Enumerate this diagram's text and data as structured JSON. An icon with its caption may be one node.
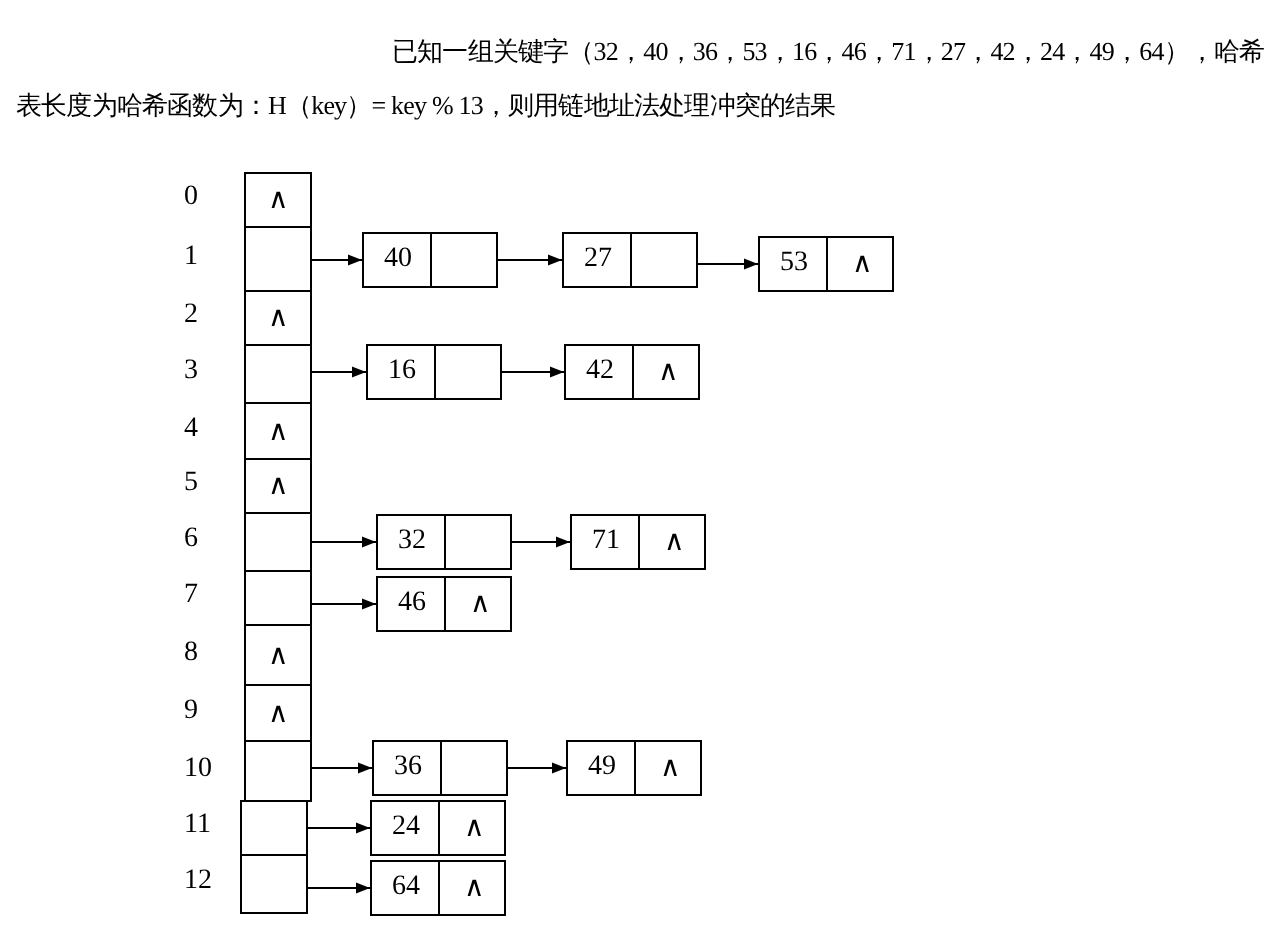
{
  "diagram": {
    "title": "已知一组关键字（32，40，36，53，16，46，71，27，42，24，49，64），哈希表长度为哈希函数为：H（key）= key % 13，则用链地址法处理冲突的结果",
    "nodes": [
      {
        "text": [
          "∧"
        ],
        "beside": [
          "0"
        ]
      },
      {
        "text": [],
        "shape": "box",
        "beside": [
          "1"
        ]
      },
      {
        "text": [
          "∧"
        ],
        "beside": [
          "2"
        ]
      },
      {
        "text": [],
        "shape": "box",
        "beside": [
          "3"
        ]
      },
      {
        "text": [
          "∧"
        ],
        "beside": [
          "4"
        ]
      },
      {
        "text": [
          "∧"
        ],
        "beside": [
          "5"
        ]
      },
      {
        "text": [],
        "shape": "box",
        "beside": [
          "6"
        ]
      },
      {
        "text": [],
        "shape": "box",
        "beside": [
          "7"
        ]
      },
      {
        "text": [
          "∧"
        ],
        "beside": [
          "8"
        ]
      },
      {
        "text": [
          "∧"
        ],
        "beside": [
          "9"
        ]
      },
      {
        "text": [],
        "shape": "box",
        "beside": [
          "10"
        ]
      },
      {
        "text": [],
        "shape": "box",
        "beside": [
          "11"
        ]
      },
      {
        "text": [],
        "shape": "box",
        "beside": [
          "12"
        ]
      },
      {
        "text": [
          "40"
        ]
      },
      {
        "text": [
          "27"
        ]
      },
      {
        "text": [
          "53",
          "∧"
        ]
      },
      {
        "text": [
          "16"
        ]
      },
      {
        "text": [
          "42",
          "∧"
        ]
      },
      {
        "text": [
          "32"
        ]
      },
      {
        "text": [
          "71",
          "∧"
        ]
      },
      {
        "text": [
          "46",
          "∧"
        ]
      },
      {
        "text": [
          "36"
        ]
      },
      {
        "text": [
          "49",
          "∧"
        ]
      },
      {
        "text": [
          "24",
          "∧"
        ]
      },
      {
        "text": [
          "64",
          "∧"
        ]
      }
    ],
    "edges": [
      {
        "from": 1,
        "to": 13,
        "arrow": "to"
      },
      {
        "from": 13,
        "to": 14,
        "arrow": "to"
      },
      {
        "from": 14,
        "to": 15,
        "arrow": "to"
      },
      {
        "from": 3,
        "to": 16,
        "arrow": "to"
      },
      {
        "from": 16,
        "to": 17,
        "arrow": "to"
      },
      {
        "from": 6,
        "to": 18,
        "arrow": "to"
      },
      {
        "from": 18,
        "to": 19,
        "arrow": "to"
      },
      {
        "from": 7,
        "to": 20,
        "arrow": "to"
      },
      {
        "from": 10,
        "to": 21,
        "arrow": "to"
      },
      {
        "from": 21,
        "to": 22,
        "arrow": "to"
      },
      {
        "from": 11,
        "to": 23,
        "arrow": "to"
      },
      {
        "from": 12,
        "to": 24,
        "arrow": "to"
      }
    ]
  }
}
